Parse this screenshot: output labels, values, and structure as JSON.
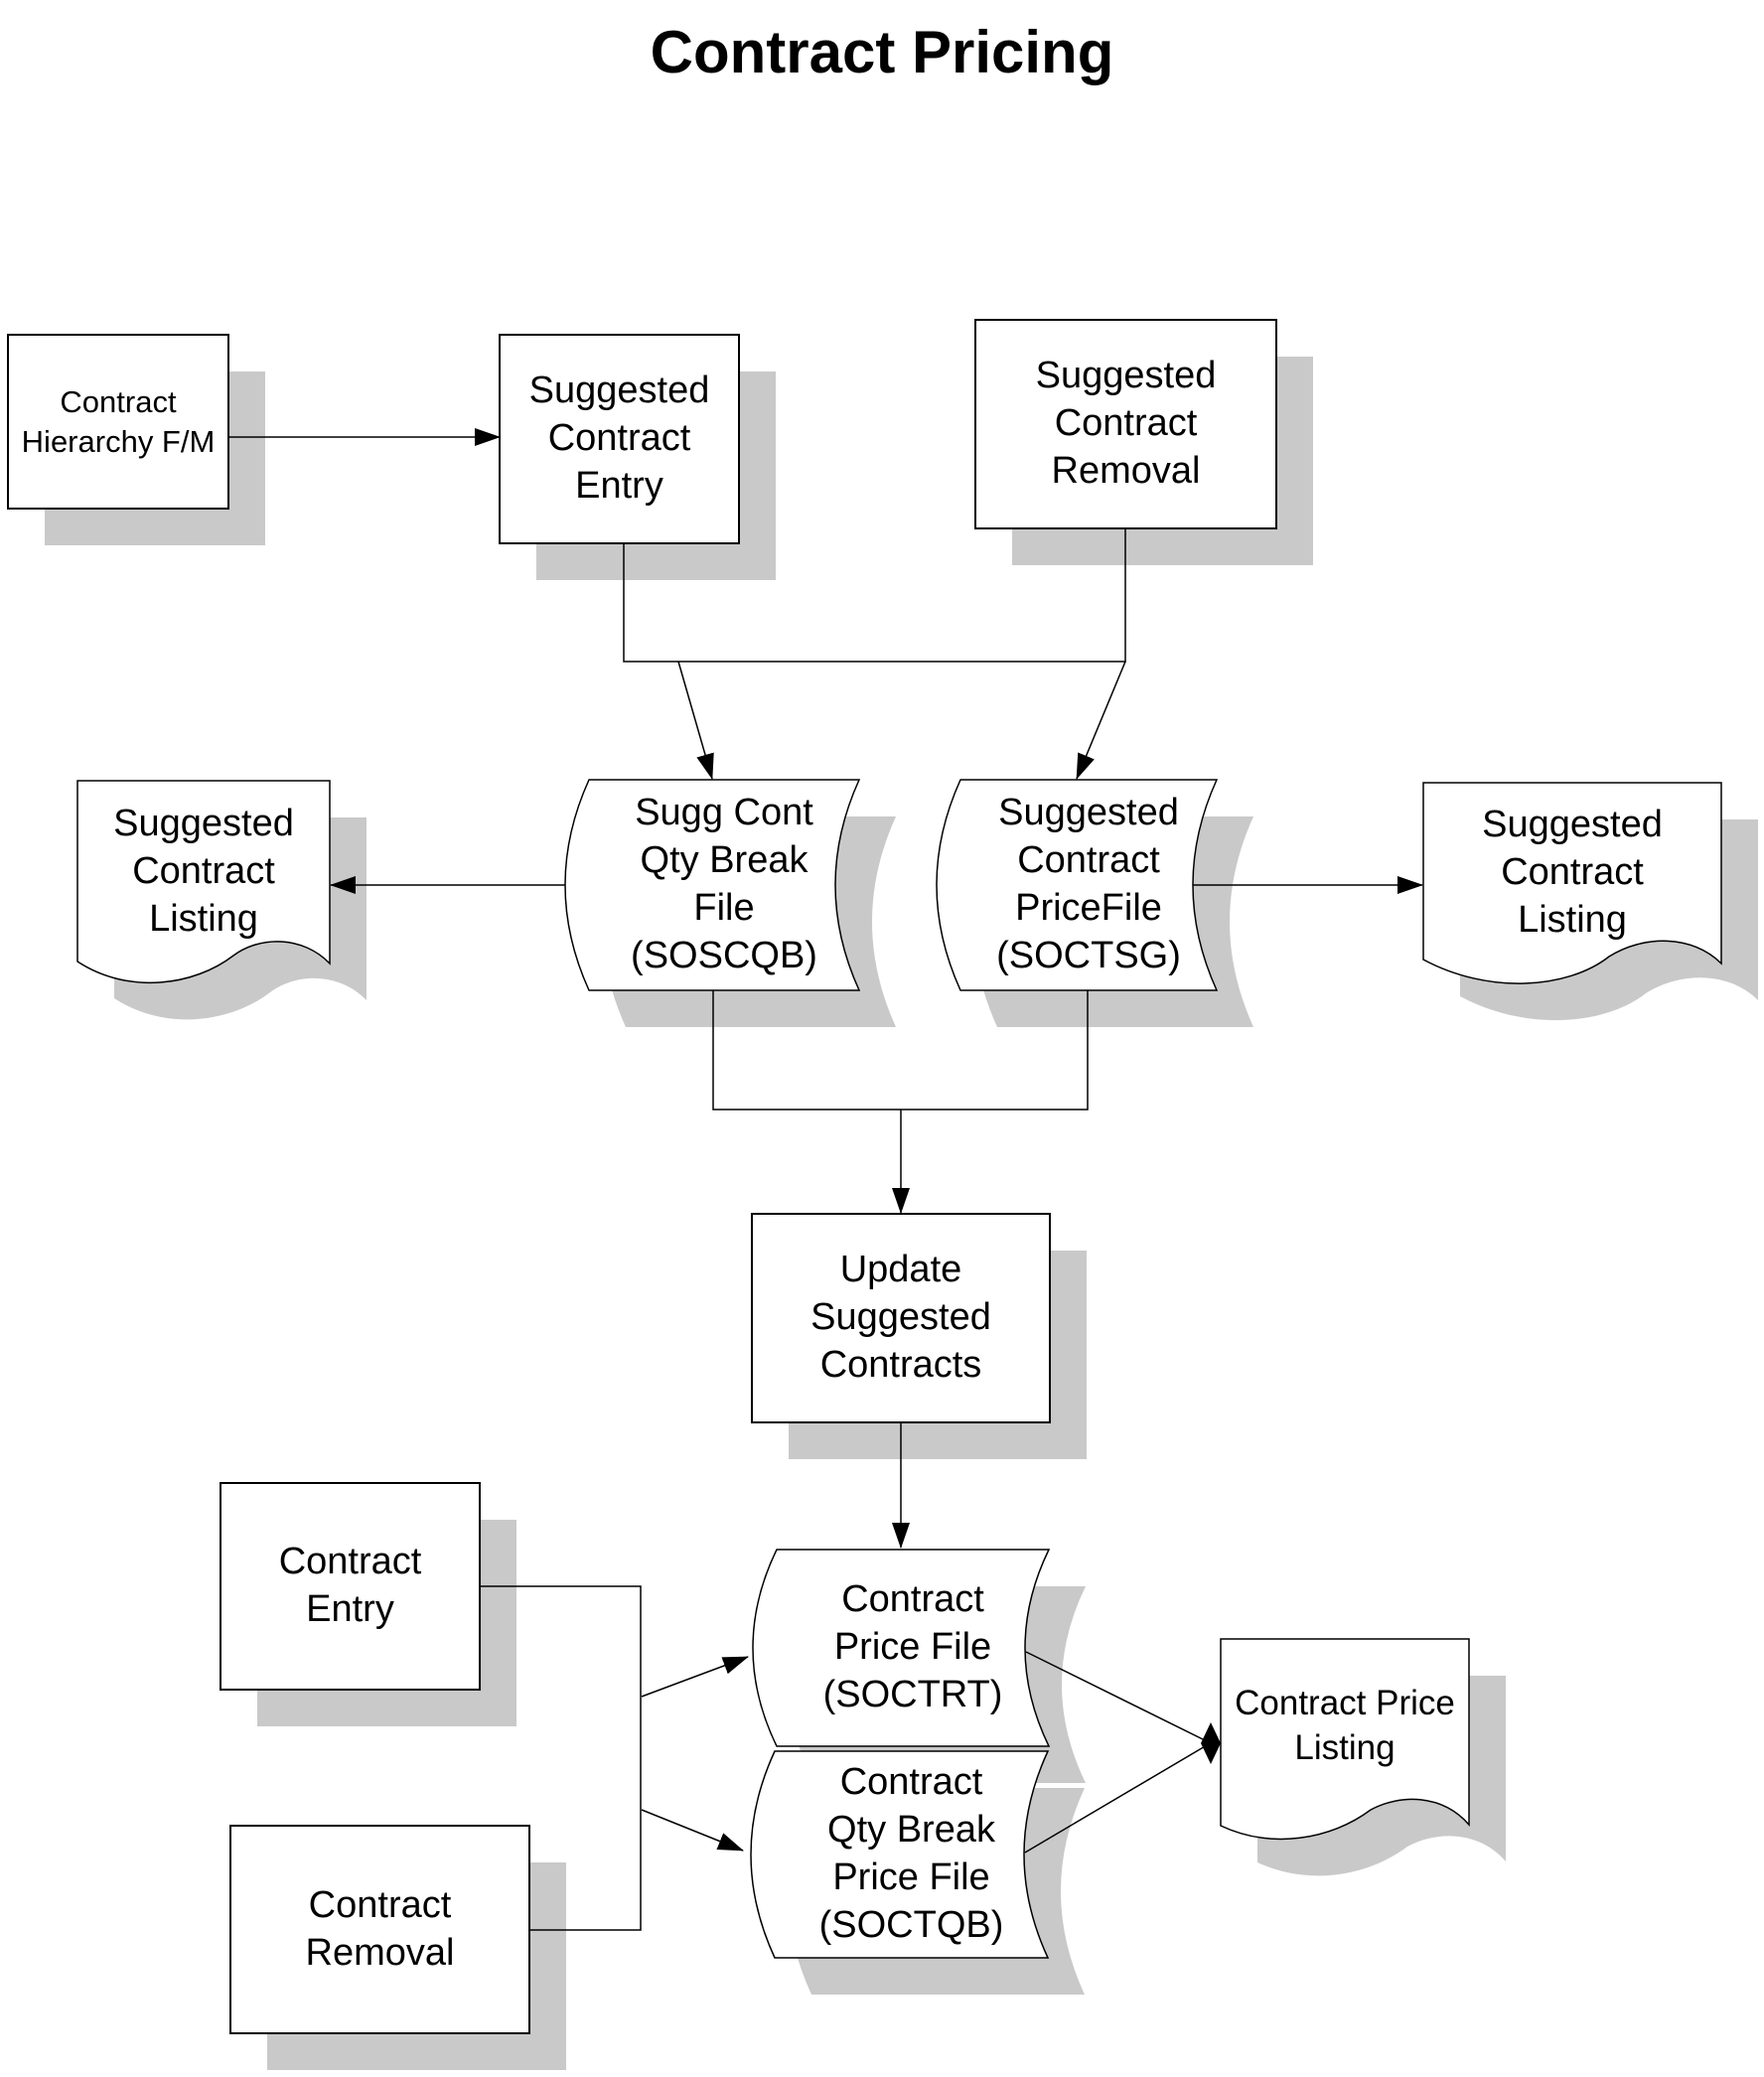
{
  "title": "Contract Pricing",
  "colors": {
    "background": "#ffffff",
    "line": "#000000",
    "node_fill": "#ffffff",
    "shadow": "#c9c9c9"
  },
  "nodes": {
    "contract_hierarchy_fm": {
      "label": "Contract\nHierarchy F/M",
      "shape": "process"
    },
    "suggested_contract_entry": {
      "label": "Suggested\nContract\nEntry",
      "shape": "process"
    },
    "suggested_contract_removal": {
      "label": "Suggested\nContract\nRemoval",
      "shape": "process"
    },
    "suggested_contract_listing_left": {
      "label": "Suggested\nContract\nListing",
      "shape": "document"
    },
    "sugg_cont_qty_break_file": {
      "label": "Sugg Cont\nQty Break\nFile\n(SOSCQB)",
      "shape": "stored-data"
    },
    "suggested_contract_pricefile": {
      "label": "Suggested\nContract\nPriceFile\n(SOCTSG)",
      "shape": "stored-data"
    },
    "suggested_contract_listing_right": {
      "label": "Suggested\nContract\nListing",
      "shape": "document"
    },
    "update_suggested_contracts": {
      "label": "Update\nSuggested\nContracts",
      "shape": "process"
    },
    "contract_entry": {
      "label": "Contract\nEntry",
      "shape": "process"
    },
    "contract_removal": {
      "label": "Contract\nRemoval",
      "shape": "process"
    },
    "contract_price_file": {
      "label": "Contract\nPrice File\n(SOCTRT)",
      "shape": "stored-data"
    },
    "contract_qty_break_price_file": {
      "label": "Contract\nQty Break\nPrice File\n(SOCTQB)",
      "shape": "stored-data"
    },
    "contract_price_listing": {
      "label": "Contract Price\nListing",
      "shape": "document"
    }
  },
  "edges": [
    {
      "from": "contract_hierarchy_fm",
      "to": "suggested_contract_entry"
    },
    {
      "from": "suggested_contract_entry",
      "to": "sugg_cont_qty_break_file"
    },
    {
      "from": "suggested_contract_removal",
      "to": "suggested_contract_pricefile"
    },
    {
      "from": "sugg_cont_qty_break_file",
      "to": "suggested_contract_listing_left"
    },
    {
      "from": "suggested_contract_pricefile",
      "to": "suggested_contract_listing_right"
    },
    {
      "from": "sugg_cont_qty_break_file",
      "to": "update_suggested_contracts"
    },
    {
      "from": "suggested_contract_pricefile",
      "to": "update_suggested_contracts"
    },
    {
      "from": "update_suggested_contracts",
      "to": "contract_price_file"
    },
    {
      "from": "contract_entry",
      "to": "contract_price_file"
    },
    {
      "from": "contract_entry",
      "to": "contract_qty_break_price_file"
    },
    {
      "from": "contract_removal",
      "to": "contract_price_file"
    },
    {
      "from": "contract_removal",
      "to": "contract_qty_break_price_file"
    },
    {
      "from": "contract_price_file",
      "to": "contract_price_listing"
    },
    {
      "from": "contract_qty_break_price_file",
      "to": "contract_price_listing"
    }
  ]
}
